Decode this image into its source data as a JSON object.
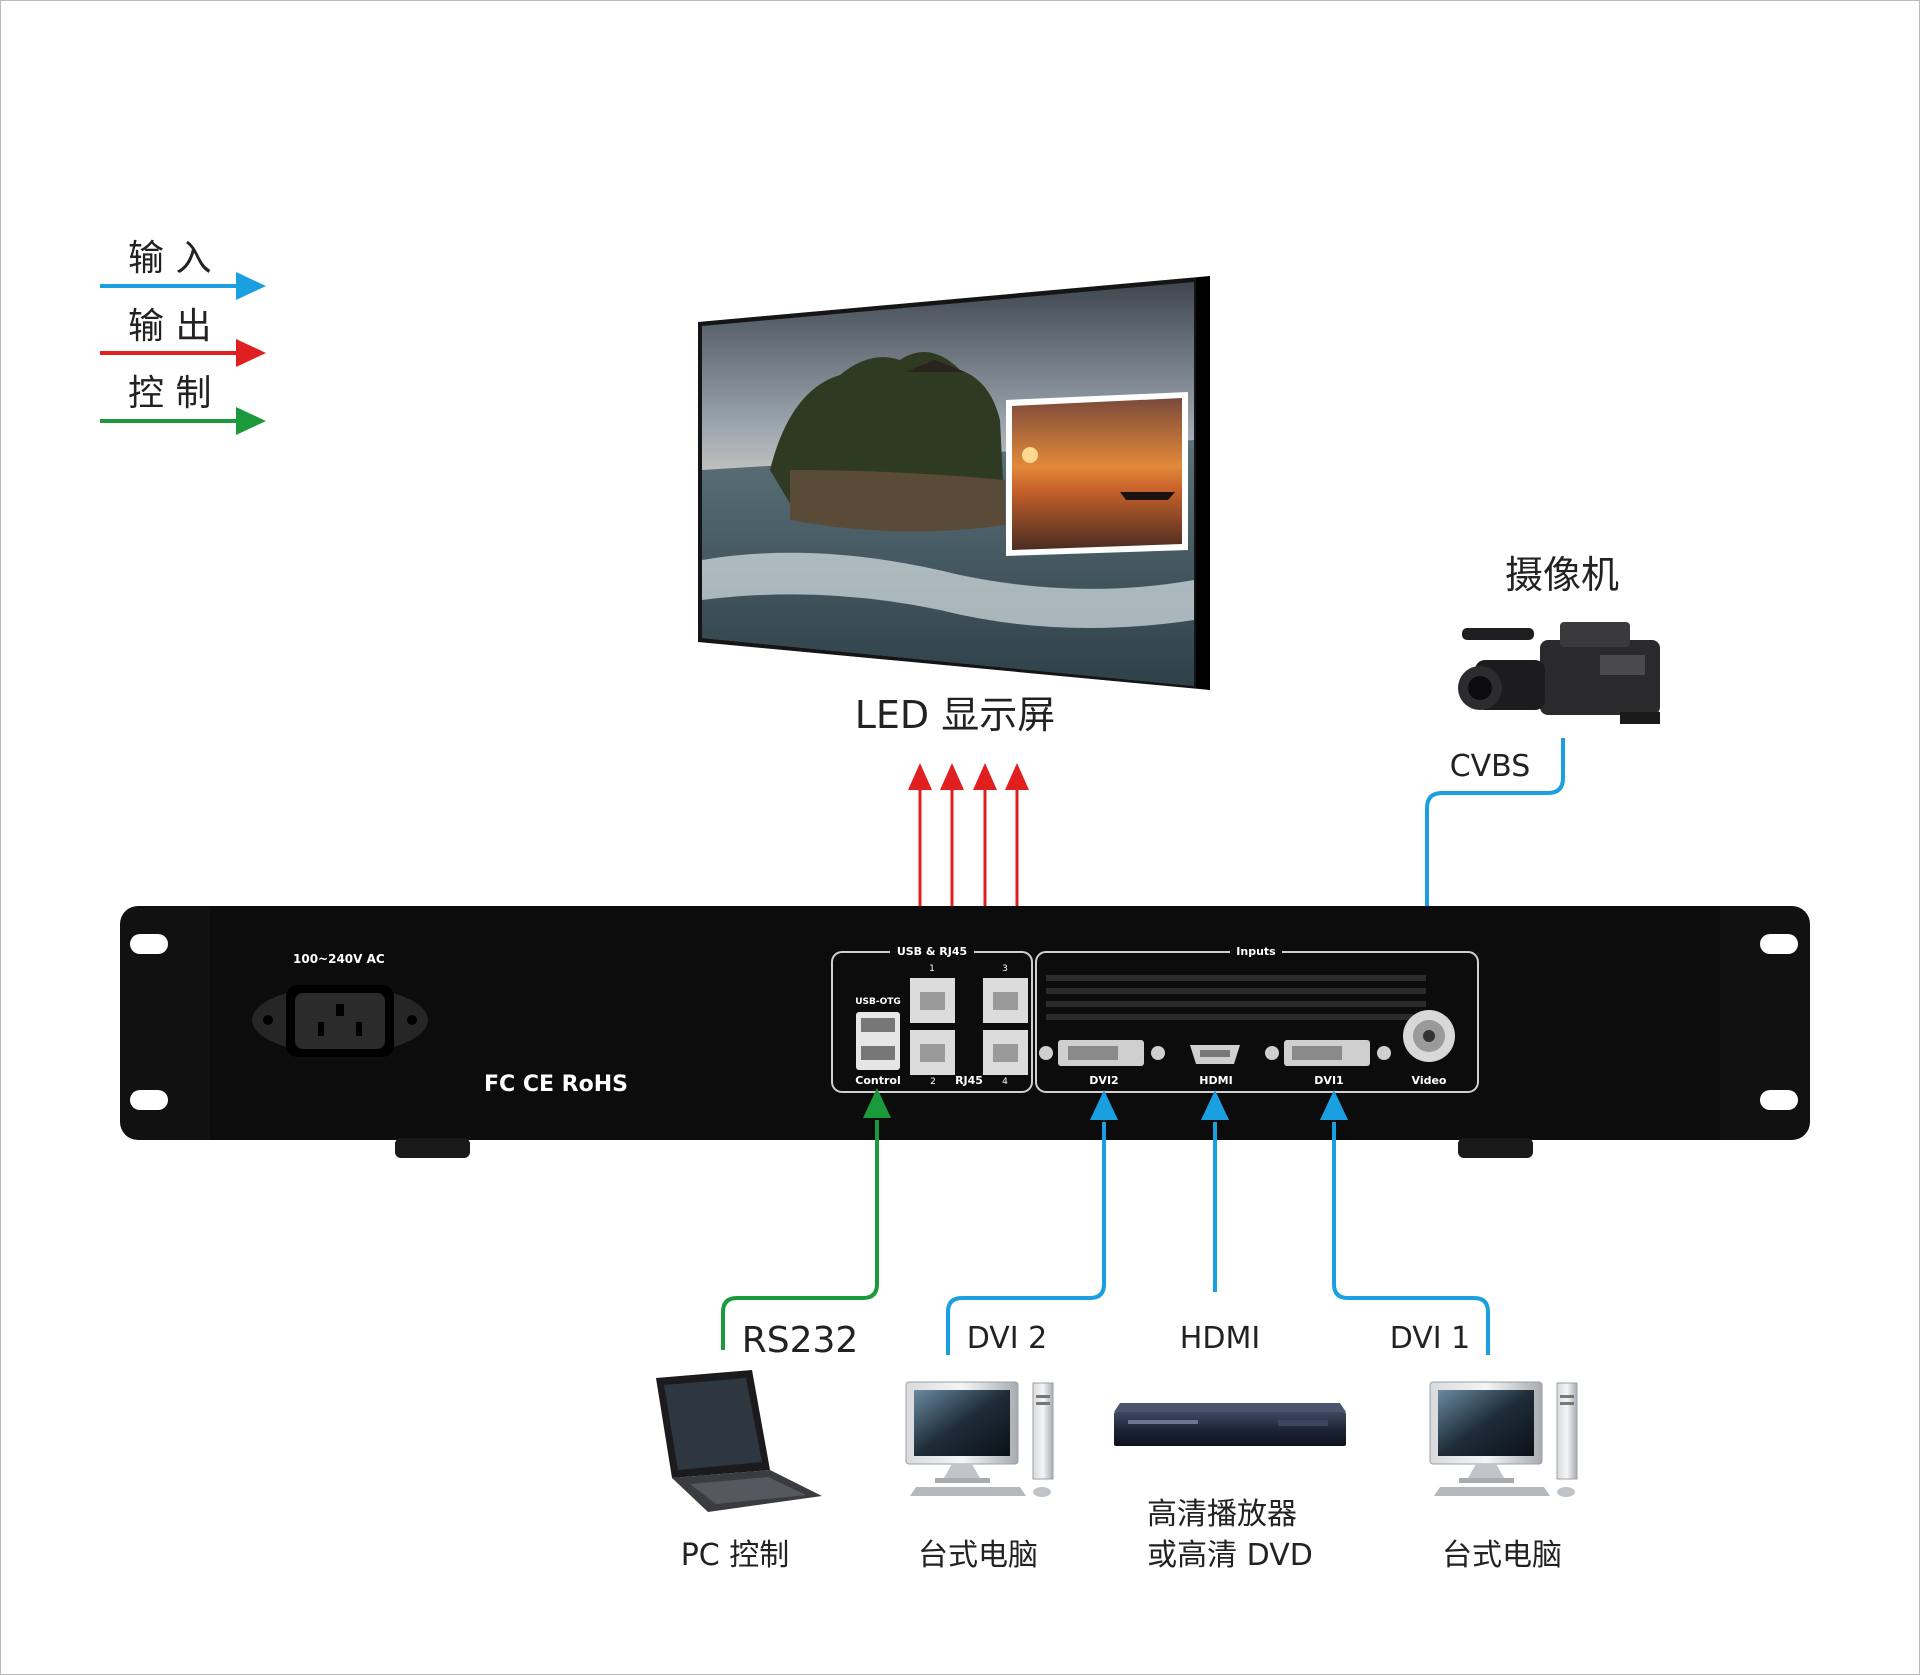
{
  "legend": {
    "items": [
      {
        "label": "输 入",
        "color": "#1a9fe0"
      },
      {
        "label": "输 出",
        "color": "#e02020"
      },
      {
        "label": "控 制",
        "color": "#1a9a3a"
      }
    ]
  },
  "display": {
    "label": "LED 显示屏"
  },
  "camera": {
    "label": "摄像机",
    "signal": "CVBS"
  },
  "device": {
    "power_label": "100~240V AC",
    "cert_label": "FC CE RoHS",
    "usb_group_label": "USB & RJ45",
    "usb_otg_label": "USB-OTG",
    "control_label": "Control",
    "rj45_label": "RJ45",
    "rj45_numbers": [
      "1",
      "3",
      "2",
      "4"
    ],
    "inputs_group_label": "Inputs",
    "ports": [
      "DVI2",
      "HDMI",
      "DVI1",
      "Video"
    ]
  },
  "sources": [
    {
      "signal": "RS232",
      "label": "PC 控制",
      "icon": "laptop-icon"
    },
    {
      "signal": "DVI 2",
      "label": "台式电脑",
      "icon": "desktop-computer-icon"
    },
    {
      "signal": "HDMI",
      "label_line1": "高清播放器",
      "label_line2": "或高清 DVD",
      "icon": "dvd-player-icon"
    },
    {
      "signal": "DVI 1",
      "label": "台式电脑",
      "icon": "desktop-computer-icon"
    }
  ],
  "colors": {
    "input": "#1a9fe0",
    "output": "#e02020",
    "control": "#1a9a3a",
    "chassis": "#111111"
  }
}
